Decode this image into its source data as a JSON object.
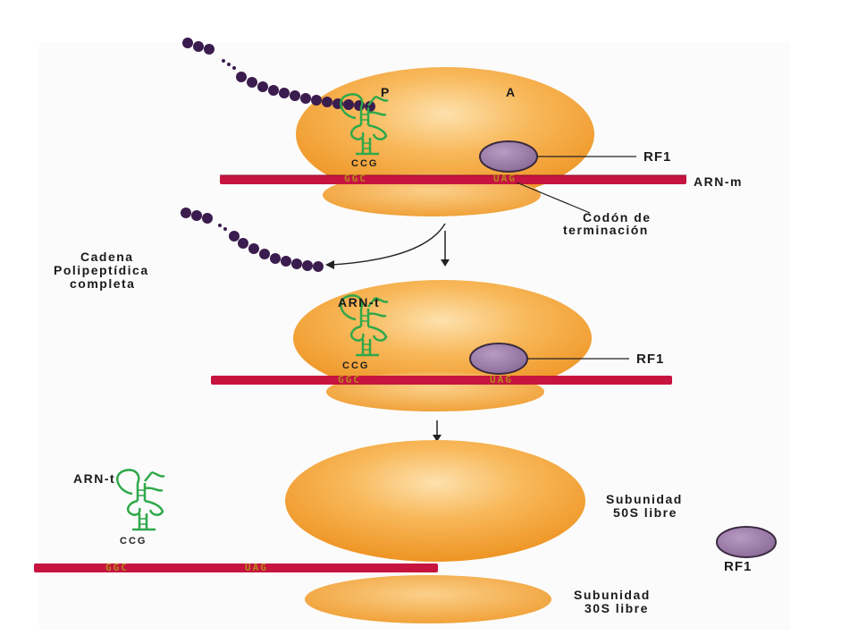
{
  "stage1": {
    "site_p": "P",
    "site_a": "A",
    "rf1": "RF1",
    "mrna": "ARN-m",
    "stop_codon_line1": "Codón de",
    "stop_codon_line2": "terminación",
    "anticodon": "CCG",
    "codon_p": "GGC",
    "codon_a": "UAG"
  },
  "chain_label": {
    "line1": "Cadena",
    "line2": "Polipeptídica",
    "line3": "completa"
  },
  "stage2": {
    "trna": "ARN-t",
    "rf1": "RF1",
    "anticodon": "CCG",
    "codon_p": "GGC",
    "codon_a": "UAG"
  },
  "stage3": {
    "trna": "ARN-t",
    "anticodon": "CCG",
    "codon_p": "GGC",
    "codon_a": "UAG",
    "large_subunit_line1": "Subunidad",
    "large_subunit_line2": "50S libre",
    "rf1": "RF1",
    "small_subunit_line1": "Subunidad",
    "small_subunit_line2": "30S libre"
  },
  "colors": {
    "ribosome": "#f6a43a",
    "ribosome_light": "#fcd79a",
    "mrna": "#c6143f",
    "trna": "#2fa84a",
    "rf1_fill": "#9a7aa6",
    "rf1_stroke": "#3a2a40",
    "peptide": "#3b1c4e"
  }
}
